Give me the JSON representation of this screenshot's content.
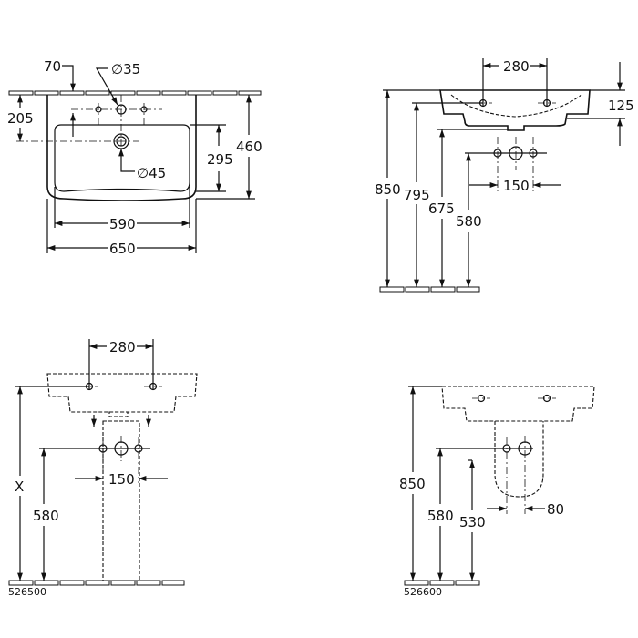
{
  "top_view": {
    "dim_70": "70",
    "dim_dia35": "∅35",
    "dim_205": "205",
    "dim_295": "295",
    "dim_460": "460",
    "dim_dia45": "∅45",
    "dim_590": "590",
    "dim_650": "650"
  },
  "side_view": {
    "dim_280": "280",
    "dim_125": "125",
    "dim_850": "850",
    "dim_795": "795",
    "dim_675": "675",
    "dim_580": "580",
    "dim_150": "150"
  },
  "pedestal_view": {
    "dim_280": "280",
    "dim_x": "X",
    "dim_580": "580",
    "dim_150": "150",
    "model": "526500"
  },
  "semi_pedestal_view": {
    "dim_850": "850",
    "dim_580": "580",
    "dim_530": "530",
    "dim_80": "80",
    "model": "526600"
  }
}
